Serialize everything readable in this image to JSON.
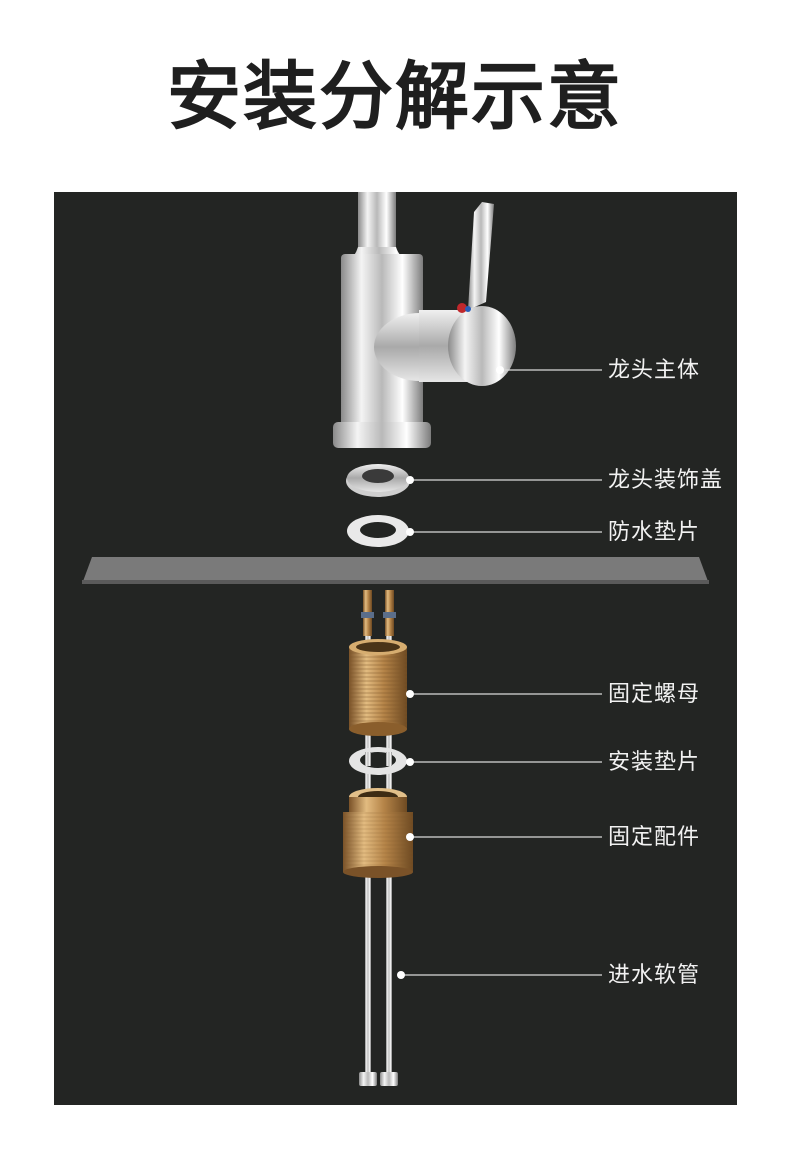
{
  "title": "安装分解示意",
  "parts": [
    {
      "id": "faucet-body",
      "label": "龙头主体"
    },
    {
      "id": "decorative-cover",
      "label": "龙头装饰盖"
    },
    {
      "id": "waterproof-gasket",
      "label": "防水垫片"
    },
    {
      "id": "fixing-nut",
      "label": "固定螺母"
    },
    {
      "id": "mounting-gasket",
      "label": "安装垫片"
    },
    {
      "id": "fixing-fitting",
      "label": "固定配件"
    },
    {
      "id": "inlet-hose",
      "label": "进水软管"
    }
  ],
  "colors": {
    "background": "#232523",
    "countertop": "#7a7a7a",
    "chrome": "#d8d8d8",
    "brass": "#c49a5e",
    "indicator_red": "#c0282c",
    "indicator_blue": "#2b5db8"
  }
}
